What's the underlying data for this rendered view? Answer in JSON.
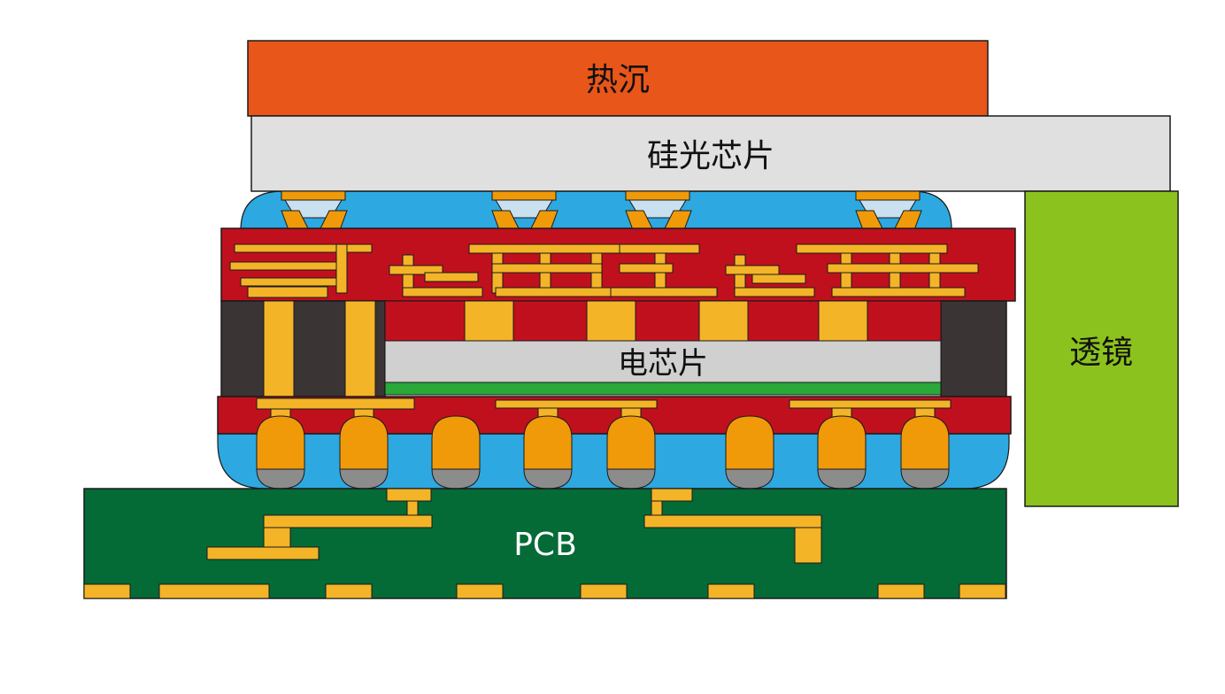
{
  "labels": {
    "heat_sink": "热沉",
    "silicon_photonic_chip": "硅光芯片",
    "electronic_chip": "电芯片",
    "lens": "透镜",
    "pcb": "PCB"
  },
  "colors": {
    "heat_sink": "#e8561a",
    "silicon_photonic_chip": "#e0e0e0",
    "underfill": "#2ea8e0",
    "substrate": "#c0101e",
    "copper": "#f4b428",
    "solder": "#f09a0a",
    "bump_tip": "#8c8c8c",
    "micro_bump": "#c8e0f0",
    "mold": "#3a3434",
    "electronic_chip": "#d0d0d0",
    "die_attach": "#2aa838",
    "lens": "#8cc21e",
    "pcb": "#046a36",
    "pcb_text": "#ffffff",
    "outline": "#1a1a1a"
  }
}
